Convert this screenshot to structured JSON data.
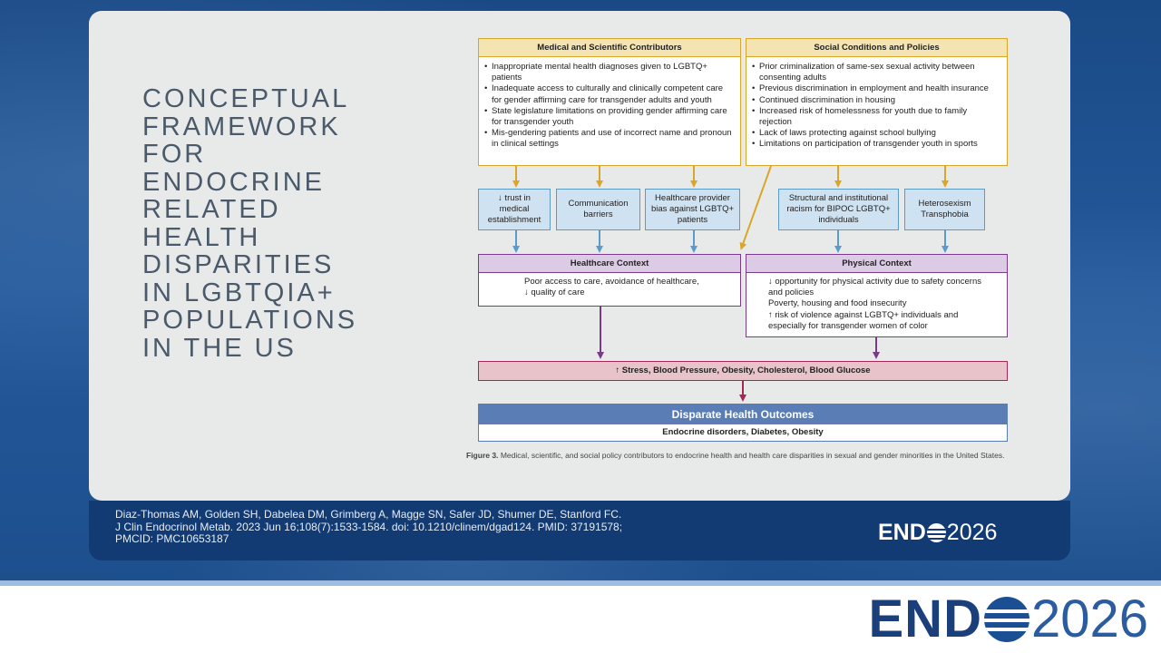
{
  "slide": {
    "title_lines": [
      "CONCEPTUAL",
      "FRAMEWORK",
      "FOR",
      "ENDOCRINE",
      "RELATED",
      "HEALTH",
      "DISPARITIES",
      "IN LGBTQIA+",
      "POPULATIONS",
      "IN THE US"
    ],
    "citation_lines": [
      "Diaz-Thomas AM, Golden SH, Dabelea DM, Grimberg A, Magge SN, Safer JD, Shumer DE, Stanford FC.",
      "J Clin Endocrinol Metab. 2023 Jun 16;108(7):1533-1584. doi: 10.1210/clinem/dgad124. PMID: 37191578;",
      "PMCID: PMC10653187"
    ],
    "logo": {
      "end": "END",
      "year": "2026"
    }
  },
  "diagram": {
    "medical": {
      "header": "Medical and Scientific Contributors",
      "items": [
        "Inappropriate mental health diagnoses given to LGBTQ+ patients",
        "Inadequate access to culturally and clinically competent care for gender affirming care for transgender adults and youth",
        "State legislature limitations on providing gender affirming care for transgender youth",
        "Mis-gendering patients and use of incorrect name and pronoun in clinical settings"
      ]
    },
    "social": {
      "header": "Social Conditions and Policies",
      "items": [
        "Prior criminalization of same-sex sexual activity between consenting adults",
        "Previous discrimination in employment and health insurance",
        "Continued discrimination in housing",
        "Increased risk of homelessness for youth due to family rejection",
        "Lack of laws protecting against school bullying",
        "Limitations on participation of transgender youth in sports"
      ]
    },
    "mid_boxes": [
      "↓ trust in medical establishment",
      "Communication barriers",
      "Healthcare provider bias against LGBTQ+ patients",
      "Structural and institutional racism for BIPOC LGBTQ+ individuals",
      "Heterosexism Transphobia"
    ],
    "healthcare_context": {
      "header": "Healthcare Context",
      "lines": [
        "Poor access to care, avoidance of healthcare,",
        "↓ quality of care"
      ]
    },
    "physical_context": {
      "header": "Physical Context",
      "lines": [
        "↓ opportunity for physical activity due to safety concerns and policies",
        "Poverty, housing and food insecurity",
        "↑ risk of violence against LGBTQ+ individuals and especially for transgender women of color"
      ]
    },
    "stress": "↑ Stress, Blood Pressure, Obesity, Cholesterol, Blood Glucose",
    "outcomes": {
      "header": "Disparate Health Outcomes",
      "body": "Endocrine disorders, Diabetes, Obesity"
    },
    "caption_label": "Figure 3.",
    "caption_text": "Medical, scientific, and social policy contributors to endocrine health and health care disparities in sexual and gender minorities in the United States."
  },
  "colors": {
    "yellow": "#d9a62a",
    "blue": "#5b9bc9",
    "purple": "#7a3a8a",
    "magenta": "#a42857",
    "outcome": "#5b7db6",
    "brand_navy": "#1b3f7a"
  }
}
